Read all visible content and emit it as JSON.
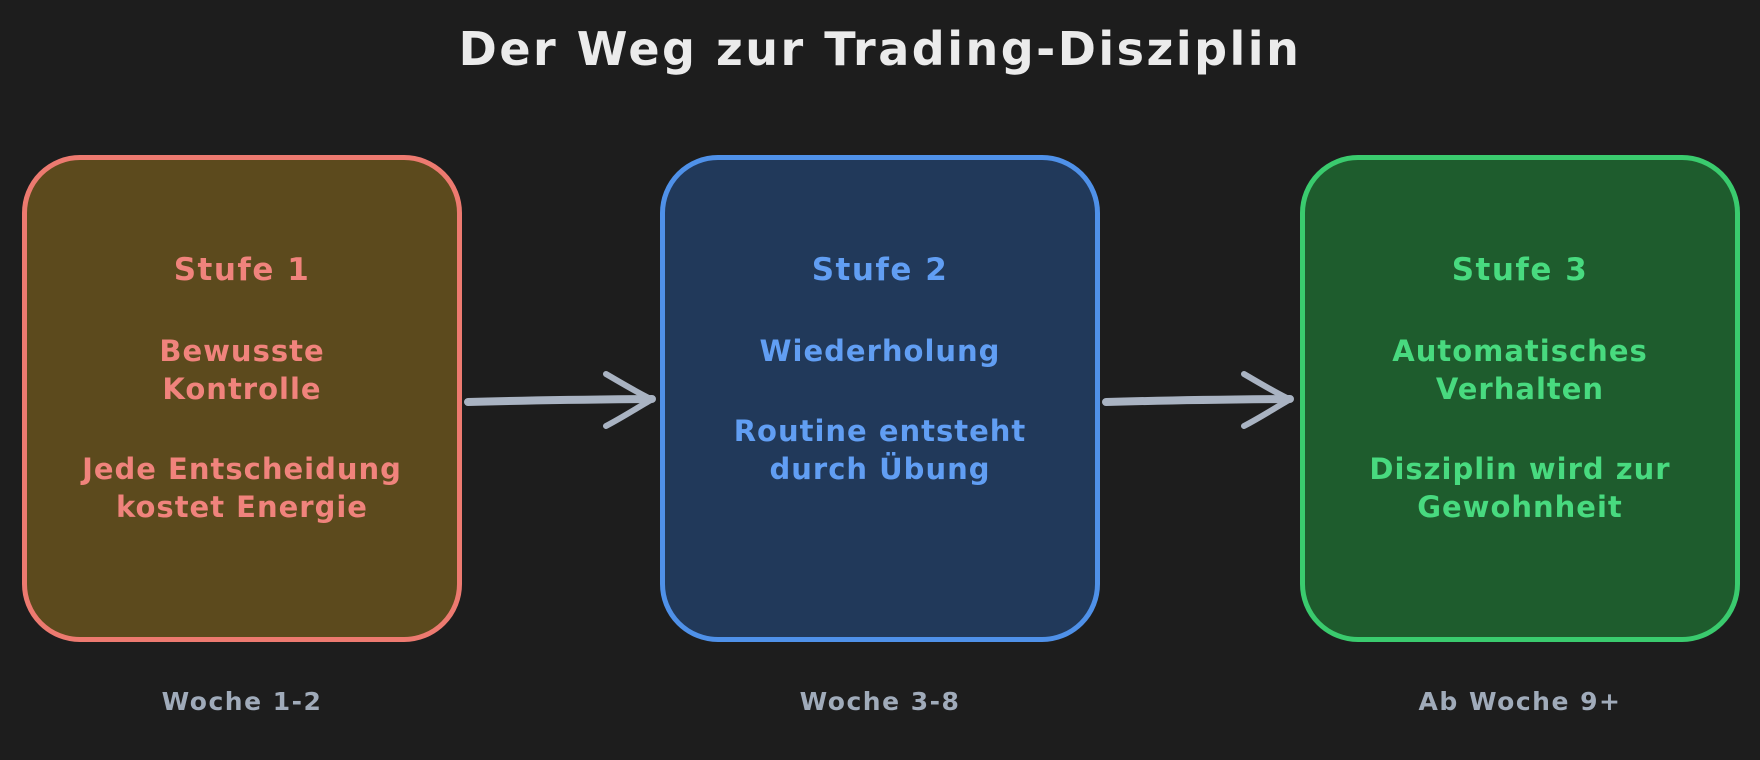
{
  "title": "Der Weg zur Trading-Disziplin",
  "background_color": "#1d1d1d",
  "title_color": "#ebebeb",
  "connector_color": "#a9b3c2",
  "footer_label_color": "#a0abba",
  "stages": [
    {
      "heading": "Stufe 1",
      "subtitle": "Bewusste\nKontrolle",
      "description": "Jede Entscheidung\nkostet Energie",
      "footer_label": "Woche 1-2",
      "border_color": "#ed7a70",
      "fill_color": "#5c4a1d",
      "text_color": "#f0837c"
    },
    {
      "heading": "Stufe 2",
      "subtitle": "Wiederholung",
      "description": "Routine entsteht\ndurch Übung",
      "footer_label": "Woche 3-8",
      "border_color": "#4f91e9",
      "fill_color": "#21395a",
      "text_color": "#619ef3"
    },
    {
      "heading": "Stufe 3",
      "subtitle": "Automatisches\nVerhalten",
      "description": "Disziplin wird zur\nGewohnheit",
      "footer_label": "Ab Woche 9+",
      "border_color": "#3acb6e",
      "fill_color": "#1e5c2d",
      "text_color": "#48da7f"
    }
  ],
  "arrows": [
    {
      "name": "stage-1-to-stage-2"
    },
    {
      "name": "stage-2-to-stage-3"
    }
  ]
}
